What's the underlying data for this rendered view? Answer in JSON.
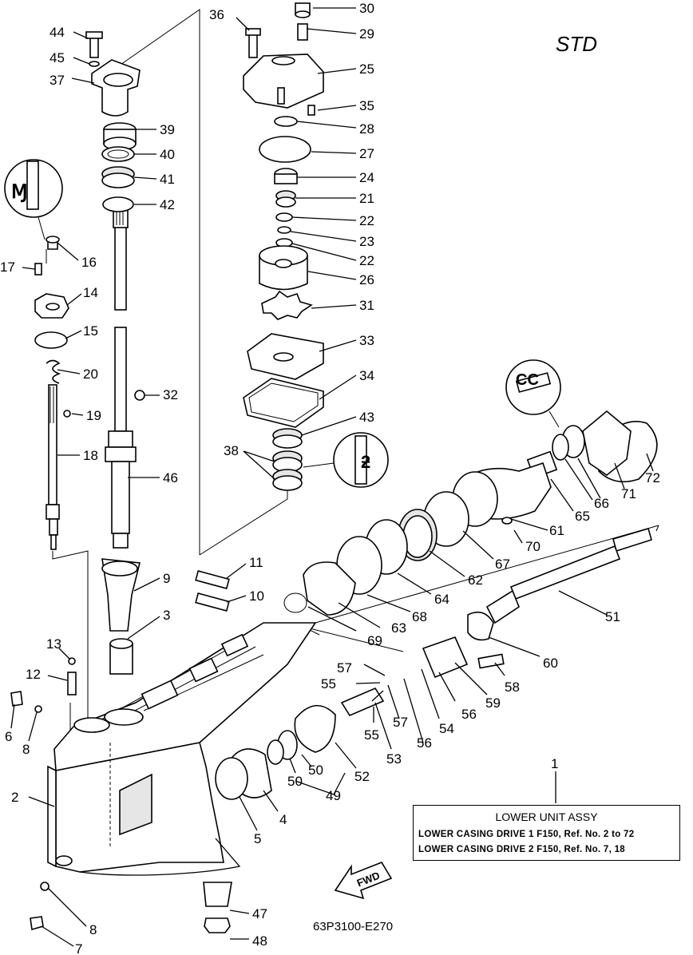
{
  "header": {
    "variant": "STD"
  },
  "legend_box": {
    "title": "LOWER UNIT ASSY",
    "rows": [
      "LOWER CASING DRIVE 1 F150,  Ref. No. 2 to 72",
      "LOWER CASING DRIVE 2 F150,  Ref. No. 7, 18"
    ],
    "ref_number": "1"
  },
  "drawing_code": "63P3100-E270",
  "fwd_label": "FWD",
  "callouts": {
    "n2": "2",
    "n3": "3",
    "n4": "4",
    "n5": "5",
    "n6": "6",
    "n7": "7",
    "n8a": "8",
    "n8b": "8",
    "n9": "9",
    "n10": "10",
    "n11": "11",
    "n12": "12",
    "n13": "13",
    "n14": "14",
    "n15": "15",
    "n16": "16",
    "n17": "17",
    "n18": "18",
    "n19": "19",
    "n20": "20",
    "n21": "21",
    "n22a": "22",
    "n22b": "22",
    "n23": "23",
    "n24": "24",
    "n25": "25",
    "n26": "26",
    "n27": "27",
    "n28": "28",
    "n29": "29",
    "n30": "30",
    "n31": "31",
    "n32": "32",
    "n33": "33",
    "n34": "34",
    "n35": "35",
    "n36": "36",
    "n37": "37",
    "n38": "38",
    "n39": "39",
    "n40": "40",
    "n41": "41",
    "n42": "42",
    "n43": "43",
    "n44": "44",
    "n45": "45",
    "n46": "46",
    "n47": "47",
    "n48": "48",
    "n49": "49",
    "n50a": "50",
    "n50b": "50",
    "n51": "51",
    "n52": "52",
    "n53": "53",
    "n54": "54",
    "n55a": "55",
    "n55b": "55",
    "n56a": "56",
    "n56b": "56",
    "n57a": "57",
    "n57b": "57",
    "n58": "58",
    "n59": "59",
    "n60": "60",
    "n61": "61",
    "n62": "62",
    "n63": "63",
    "n64": "64",
    "n65": "65",
    "n66": "66",
    "n67": "67",
    "n68": "68",
    "n69": "69",
    "n70": "70",
    "n71": "71",
    "n72": "72"
  }
}
